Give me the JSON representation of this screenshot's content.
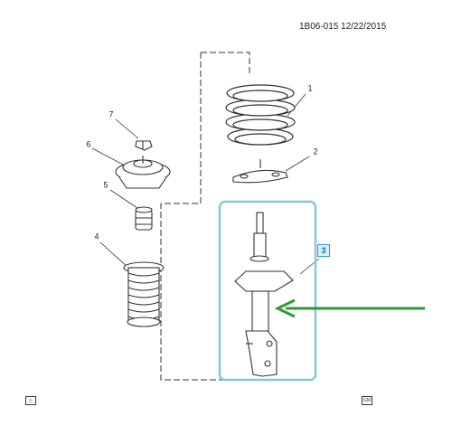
{
  "diagram": {
    "reference_id": "1B06-015 12/22/2015",
    "callouts": [
      {
        "id": "1",
        "text": "1"
      },
      {
        "id": "2",
        "text": "2"
      },
      {
        "id": "3",
        "text": "3"
      },
      {
        "id": "4",
        "text": "4"
      },
      {
        "id": "5",
        "text": "5"
      },
      {
        "id": "6",
        "text": "6"
      },
      {
        "id": "7",
        "text": "7"
      }
    ],
    "highlight_color": "#8ac6d6",
    "arrow_color": "#2e9a3a",
    "callout_box_color": "#2a9fd0",
    "icons": {
      "left": "view-direction-icon",
      "right": "gm-logo-icon"
    }
  }
}
